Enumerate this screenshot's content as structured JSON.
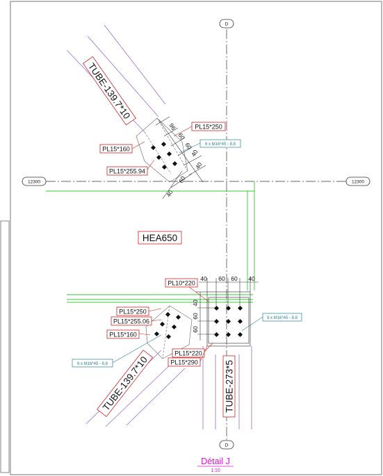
{
  "grid": {
    "top_marker": "D",
    "bottom_marker": "D",
    "left_marker": "12300",
    "right_marker": "12300"
  },
  "members": {
    "tube_upper": "TUBE-139.7*10",
    "tube_lower": "TUBE-139.7*10",
    "tube_vertical": "TUBE-273*5",
    "beam": "HEA650"
  },
  "plates_upper": {
    "pl_250": "PL15*250",
    "pl_160": "PL15*160",
    "pl_25594": "PL15*255.94"
  },
  "plates_lower": {
    "pl_250": "PL15*250",
    "pl_25506": "PL15*255.06",
    "pl_160": "PL15*160",
    "pl_10_220": "PL10*220",
    "pl_15_220": "PL15*220",
    "pl_15_290": "PL15*290"
  },
  "bolts": {
    "upper": "6 x M16*45 - 8.8",
    "lower_left": "6 x M16*45 - 8.8",
    "lower_right": "9 x M16*45 - 8.8"
  },
  "dimensions": {
    "upper_top": [
      "96",
      "60",
      "60"
    ],
    "upper_side": [
      "40",
      "40"
    ],
    "upper_bottom": [
      "60",
      "40"
    ],
    "lower_top": [
      "40",
      "60",
      "60",
      "40"
    ],
    "lower_side": [
      "40",
      "60",
      "60"
    ]
  },
  "detail": {
    "title": "Détail J",
    "scale": "1:10"
  },
  "colors": {
    "member_outline": "#9a6cd8",
    "beam_outline": "#37c837",
    "label_border": "#d42020",
    "bolt_text": "#2a7f9a",
    "title": "#e010d0"
  }
}
